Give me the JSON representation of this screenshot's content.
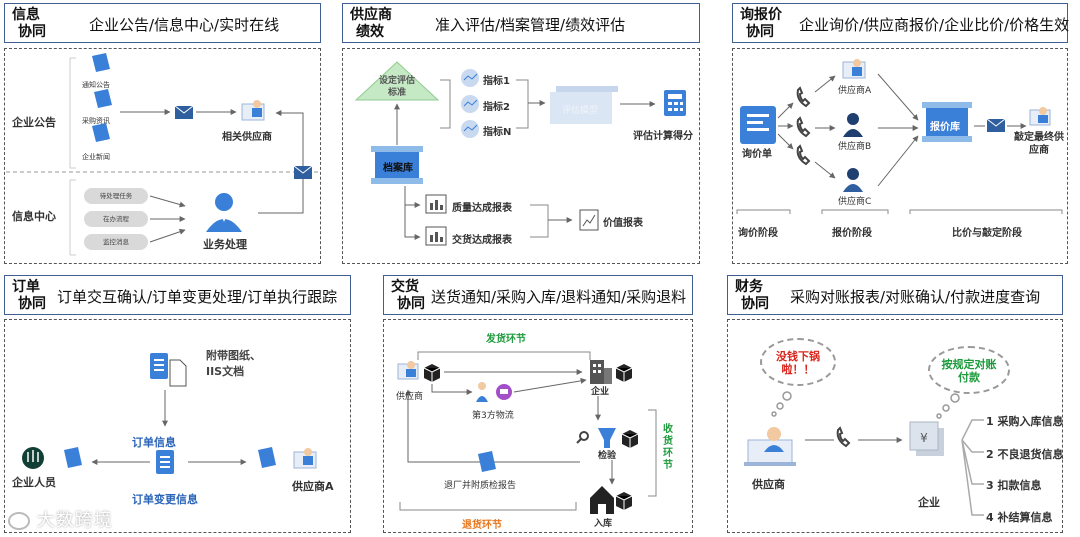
{
  "headers": {
    "info": {
      "tag": "信息\n协同",
      "desc": "企业公告/信息中心/实时在线"
    },
    "supplier": {
      "tag": "供应商\n绩效",
      "desc": "准入评估/档案管理/绩效评估"
    },
    "quote": {
      "tag": "询报价\n协同",
      "desc": "企业询价/供应商报价/企业比价/价格生效"
    },
    "order": {
      "tag": "订单\n协同",
      "desc": "订单交互确认/订单变更处理/订单执行跟踪"
    },
    "delivery": {
      "tag": "交货\n协同",
      "desc": "送货通知/采购入库/退料通知/采购退料"
    },
    "finance": {
      "tag": "财务\n协同",
      "desc": "采购对账报表/对账确认/付款进度查询"
    }
  },
  "info_panel": {
    "announce_label": "企业公告",
    "docs": [
      "通知公告",
      "采购资讯",
      "企业新闻"
    ],
    "related_supplier": "相关供应商",
    "center_label": "信息中心",
    "pills": [
      "待处理任务",
      "在办流程",
      "监控消息"
    ],
    "business": "业务处理"
  },
  "supplier_panel": {
    "standard": "设定评估标准",
    "indicators": [
      "指标1",
      "指标2",
      "指标N"
    ],
    "model": "评估模型",
    "score": "评估计算得分",
    "archive": "档案库",
    "quality_report": "质量达成报表",
    "delivery_report": "交货达成报表",
    "value_report": "价值报表"
  },
  "quote_panel": {
    "inquiry": "询价单",
    "suppliers": [
      "供应商A",
      "供应商B",
      "供应商C"
    ],
    "library": "报价库",
    "final": "敲定最终供应商",
    "stages": [
      "询价阶段",
      "报价阶段",
      "比价与敲定阶段"
    ]
  },
  "order_panel": {
    "attach": "附带图纸、IIS文档",
    "order_info": "订单信息",
    "order_change": "订单变更信息",
    "enterprise_staff": "企业人员",
    "supplier_a": "供应商A"
  },
  "delivery_panel": {
    "ship_stage": "发货环节",
    "supplier": "供应商",
    "third_logistics": "第3方物流",
    "enterprise": "企业",
    "inspect": "检验",
    "receive_stage": "收货环节",
    "return_report": "退厂并附质检报告",
    "warehouse": "入库",
    "return_stage": "退货环节"
  },
  "finance_panel": {
    "bubble_left": "没钱下锅啦！！",
    "bubble_right": "按规定对账付款",
    "supplier": "供应商",
    "enterprise": "企业",
    "items": [
      "1 采购入库信息",
      "2 不良退货信息",
      "3 扣款信息",
      "4 补结算信息"
    ]
  },
  "watermark": "大数跨境",
  "colors": {
    "accent_blue": "#3a7fd8",
    "header_border": "#3f5f94",
    "green": "#1d9b3c",
    "orange": "#e8751a"
  }
}
